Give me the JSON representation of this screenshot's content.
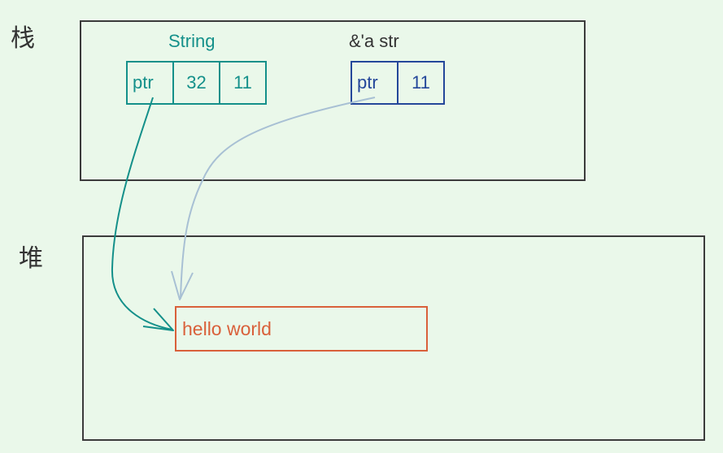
{
  "stack": {
    "label": "栈",
    "string_struct": {
      "title": "String",
      "cells": [
        "ptr",
        "32",
        "11"
      ]
    },
    "str_slice": {
      "title": "&'a str",
      "cells": [
        "ptr",
        "11"
      ]
    }
  },
  "heap": {
    "label": "堆",
    "content": "hello world"
  },
  "colors": {
    "background": "#eaf8ea",
    "string_struct": "#14908a",
    "str_slice": "#24479a",
    "slice_arrow": "#a8c0d4",
    "heap_box": "#d9603a",
    "frame": "#3b3b3b"
  }
}
